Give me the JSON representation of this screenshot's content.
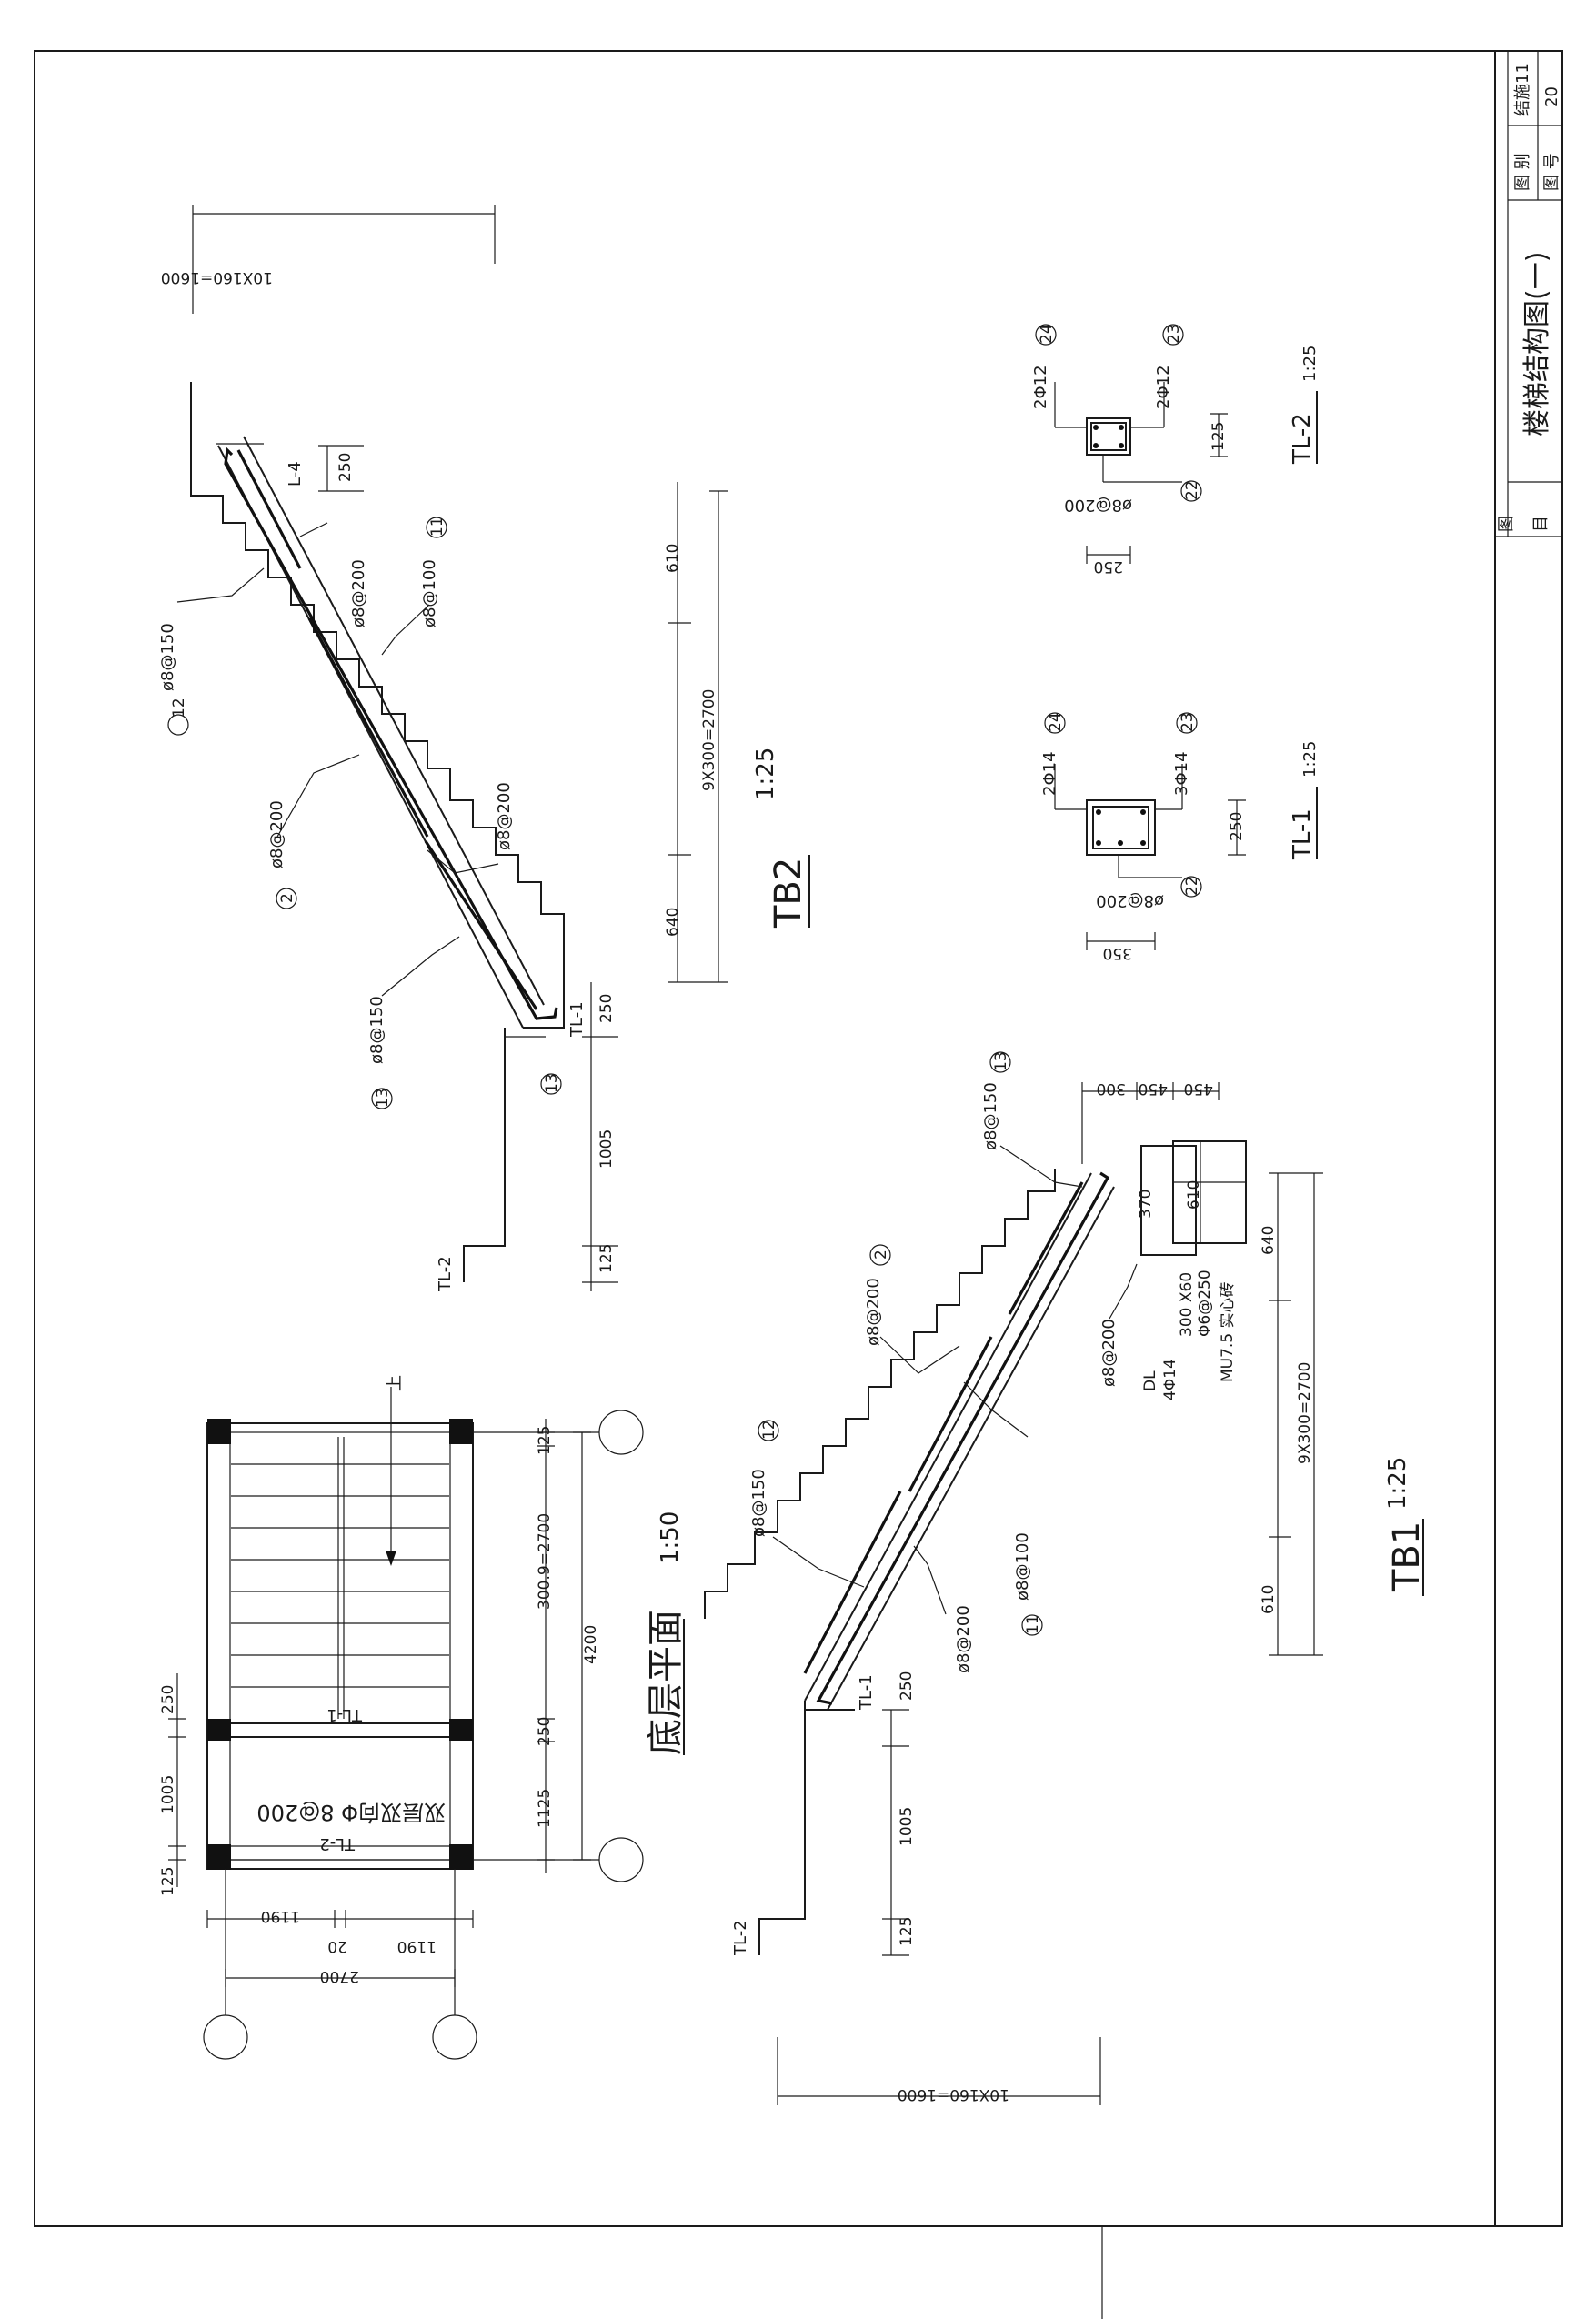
{
  "title_block": {
    "row1_label": "图 别",
    "row1_value": "结施11",
    "row2_label": "图 号",
    "row2_value": "20",
    "drawing_label_a": "图",
    "drawing_label_b": "目",
    "drawing_title": "楼梯结构图(一)"
  },
  "tb2": {
    "top_dim": "10X160=1600",
    "l4": "L-4",
    "d250_top": "250",
    "d610": "610",
    "d9x300": "9X300=2700",
    "d640": "640",
    "d250_bot": "250",
    "d1005": "1005",
    "d125": "125",
    "tl1": "TL-1",
    "tl2": "TL-2",
    "r12": "ø8@150",
    "r2": "ø8@200",
    "r13": "ø8@150",
    "r11": "ø8@100",
    "r_top": "ø8@200",
    "r_mid": "ø8@200",
    "n12": "12",
    "n2": "2",
    "n13": "13",
    "n13b": "13",
    "n11": "11",
    "title": "TB2",
    "scale": "1:25"
  },
  "tl2_sec": {
    "top_left": "2Φ12",
    "top_right": "2Φ12",
    "d125": "125",
    "d250": "250",
    "stirrup": "ø8@200",
    "n24": "24",
    "n23": "23",
    "n22": "22",
    "title": "TL-2",
    "scale": "1:25"
  },
  "tl1_sec": {
    "top_left": "2Φ14",
    "top_right": "3Φ14",
    "d250": "250",
    "d350": "350",
    "stirrup": "ø8@200",
    "n24": "24",
    "n23": "23",
    "n22": "22",
    "title": "TL-1",
    "scale": "1:25"
  },
  "tb1": {
    "d300": "300",
    "d450a": "450",
    "d450b": "450",
    "d370": "370",
    "d610": "610",
    "d640": "640",
    "d9x300": "9X300=2700",
    "d610b": "610",
    "dl1": "DL",
    "dl2": "4Φ14",
    "dl3": "300 X60",
    "dl4": "Φ6@250",
    "mu": "MU7.5 实心砖",
    "tl1": "TL-1",
    "tl2": "TL-2",
    "d250": "250",
    "d1005": "1005",
    "d125": "125",
    "bottom_dim": "10X160=1600",
    "r13": "ø8@150",
    "r2": "ø8@200",
    "r12": "ø8@150",
    "r11": "ø8@100",
    "r_a": "ø8@200",
    "r_b": "ø8@200",
    "n13": "13",
    "n2": "2",
    "n12": "12",
    "n11": "11",
    "title": "TB1",
    "scale": "1:25"
  },
  "plan": {
    "up": "上",
    "tl1": "TL-1",
    "tl2": "TL-2",
    "slab_note": "双层双向Φ 8@200",
    "d125a": "125",
    "d300x9": "300.9=2700",
    "d250": "250",
    "d1125": "1125",
    "d4200": "4200",
    "d250b": "250",
    "d1005": "1005",
    "d125b": "125",
    "d1190a": "1190",
    "d20": "20",
    "d1190b": "1190",
    "d2700": "2700",
    "title": "底层平面",
    "scale": "1:50"
  }
}
